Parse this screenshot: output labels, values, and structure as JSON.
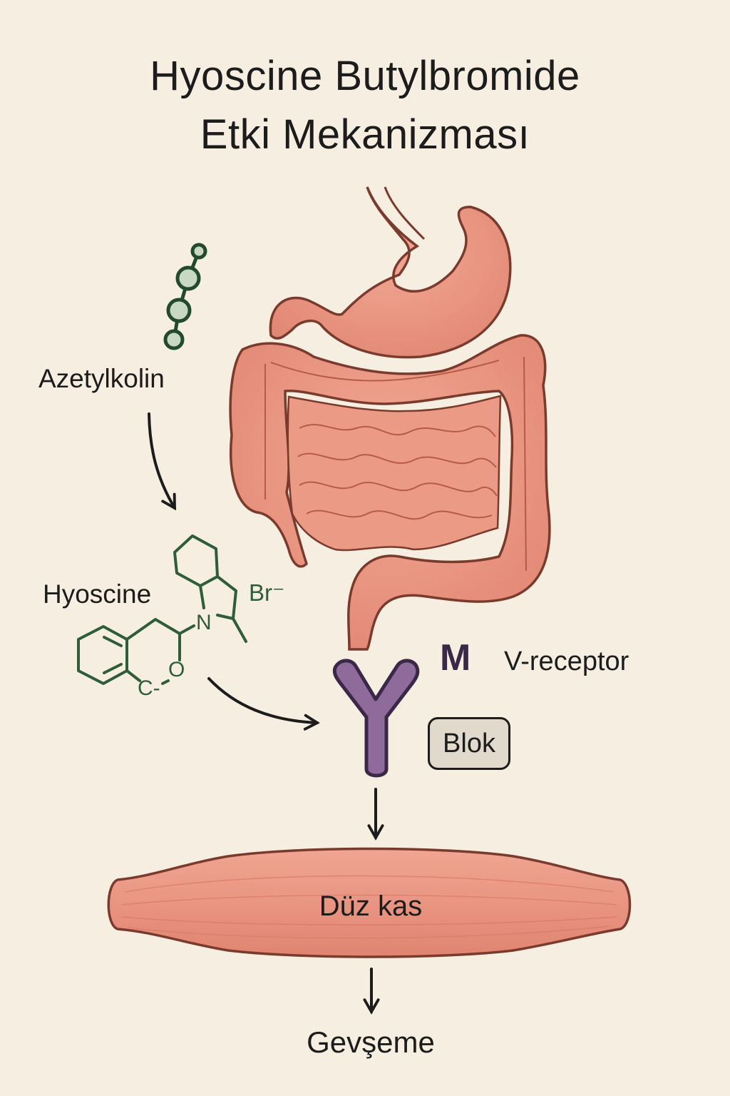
{
  "title": {
    "line1": "Hyoscine Butylbromide",
    "line2": "Etki Mekanizması"
  },
  "labels": {
    "acetylcholine": "Azetylkolin",
    "hyoscine": "Hyoscine",
    "bromide": "Br⁻",
    "atom_n": "N",
    "atom_o": "O",
    "atom_c": "C-",
    "receptor_letter": "M",
    "receptor_name": "V-receptor",
    "block": "Blok",
    "smooth_muscle": "Düz kas",
    "result": "Gevşeme"
  },
  "colors": {
    "background": "#f5eee1",
    "tissue": "#e9907c",
    "tissue_outline": "#7a3a2c",
    "molecule_green": "#2f5c3a",
    "molecule_fill": "#c9d8c4",
    "receptor_fill": "#8f6b9c",
    "receptor_outline": "#3b2748",
    "block_fill": "#e2d9cd",
    "text": "#1c1c1c"
  }
}
